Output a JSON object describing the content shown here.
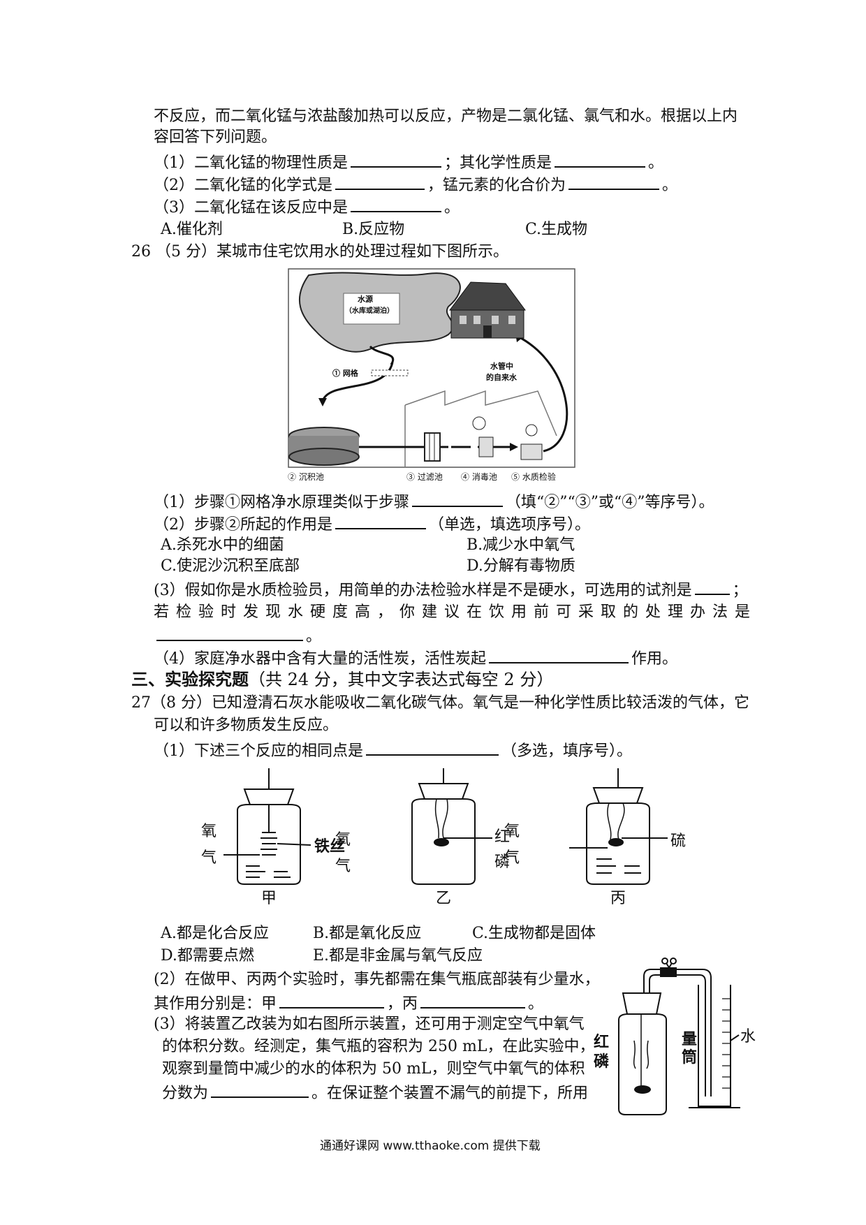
{
  "q25": {
    "line1": "不反应，而二氧化锰与浓盐酸加热可以反应，产物是二氯化锰、氯气和水。根据以上内",
    "line2": "容回答下列问题。",
    "s1a": "（1）二氧化锰的物理性质是",
    "s1b": "；其化学性质是",
    "s1c": "。",
    "s2a": "（2）二氧化锰的化学式是",
    "s2b": "，锰元素的化合价为",
    "s2c": "。",
    "s3a": "（3）二氧化锰在该反应中是",
    "s3b": "。",
    "optA": "A.催化剂",
    "optB": "B.反应物",
    "optC": "C.生成物"
  },
  "q26": {
    "title": "26 （5 分）某城市住宅饮用水的处理过程如下图所示。",
    "figure": {
      "source": "水源",
      "source_sub": "（水库或湖泊）",
      "grid": "① 网格",
      "pipe1": "水管中",
      "pipe2": "的自来水",
      "step2": "② 沉积池",
      "step3": "③ 过滤池",
      "step4": "④ 消毒池",
      "step5": "⑤ 水质检验"
    },
    "s1a": "（1）步骤①网格净水原理类似于步骤",
    "s1b": "（填“②”“③”或“④”等序号）。",
    "s2a": "（2）步骤②所起的作用是",
    "s2b": "（单选，填选项序号）。",
    "optA": "A.杀死水中的细菌",
    "optB": "B.减少水中氧气",
    "optC": "C.使泥沙沉积至底部",
    "optD": "D.分解有毒物质",
    "s3a": "(3）假如你是水质检验员，用简单的办法检验水样是不是硬水，可选用的试剂是",
    "s3b": "；",
    "s3c": "若检验时发现水硬度高，你建议在饮用前可采取的处理办法是",
    "s3d": "。",
    "s4a": "（4）家庭净水器中含有大量的活性炭，活性炭起",
    "s4b": "作用。"
  },
  "section3": {
    "title": "三、实验探究题",
    "note": "（共 24 分，其中文字表达式每空 2 分）"
  },
  "q27": {
    "line1": "27（8 分）已知澄清石灰水能吸收二氧化碳气体。氧气是一种化学性质比较活泼的气体，它",
    "line2": "可以和许多物质发生反应。",
    "s1a": "（1）下述三个反应的相同点是",
    "s1b": "（多选，填序号）。",
    "fig": {
      "oxy1": "氧",
      "gas1": "气",
      "iron": "铁丝",
      "jia": "甲",
      "oxy2": "氧",
      "gas2": "气",
      "red1": "红",
      "red2": "磷",
      "yi": "乙",
      "oxy3": "氧",
      "gas3": "气",
      "sulfur": "硫",
      "bing": "丙"
    },
    "optA": "A.都是化合反应",
    "optB": "B.都是氧化反应",
    "optC": "C.生成物都是固体",
    "optD": "D.都需要点燃",
    "optE": "E.都是非金属与氧气反应",
    "s2a": "(2）在做甲、丙两个实验时，事先都需在集气瓶底部装有少量水，",
    "s2b": "其作用分别是：甲",
    "s2c": "，丙",
    "s2d": "。",
    "s3a": "(3）将装置乙改装为如右图所示装置，还可用于测定空气中氧气",
    "s3b": "的体积分数。经测定，集气瓶的容积为 250 mL，在此实验中，",
    "s3c": "观察到量筒中减少的水的体积为 50 mL，则空气中氧气的体积",
    "s3d": "分数为",
    "s3e": "。在保证整个装置不漏气的前提下，所用",
    "fig2": {
      "red1": "红",
      "red2": "磷",
      "cyl1": "量",
      "cyl2": "筒",
      "water": "水"
    }
  },
  "footer": "通通好课网  www.tthaoke.com  提供下载"
}
